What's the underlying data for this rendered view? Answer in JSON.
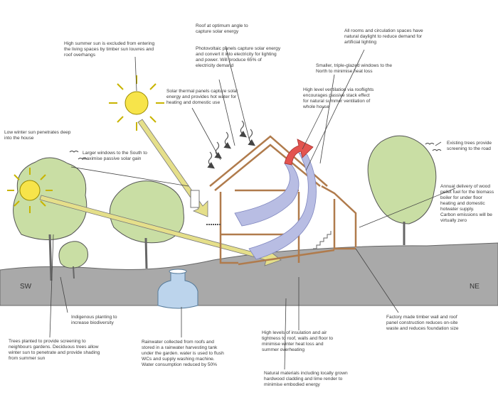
{
  "labels": {
    "sw": "SW",
    "ne": "NE"
  },
  "notes": {
    "high_summer_sun": "High summer sun is excluded from entering\nthe living spaces by timber sun louvres and\nroof overhangs",
    "roof_angle": "Roof at optimum angle to\ncapture solar energy",
    "pv_panels": "Photovoltaic panels capture solar energy\nand convert it into electricity for lighting\nand power. Will produce 65% of\nelectricity demand",
    "daylight": "All rooms and circulation spaces have\nnatural daylight to reduce demand for\nartificial lighting",
    "north_windows": "Smaller, triple-glazed windows to the\nNorth  to minimise heat loss",
    "solar_thermal": "Solar thermal panels capture solar\nenergy and provides hot water for\nheating and domestic use",
    "ventilation": "High level ventilation via rooflights\nencourages passive stack effect\nfor natural summer ventilation of\nwhole house",
    "low_winter_sun": "Low winter sun penetrates deep\ninto the house",
    "south_windows": "Larger windows to the South  to\nmaximise passive solar gain",
    "existing_trees": "Existing trees provide\nscreening to the road",
    "wood_pellet": "Annual delivery of wood\npellet fuel for the biomass\nboiler for under floor\nheating and domestic\nhotwater supply.\nCarbon emissions will be\nvirtually zero",
    "indigenous": "Indigenous planting to\nincrease biodiversity",
    "factory_made": "Factory made timber wall and roof\npanel construction reduces on-site\nwaste and reduces foundation size",
    "insulation": "High levels of insulation and air\ntightness to roof, walls and floor to\nminimise winter heat loss and\nsummer overheating",
    "trees_planted": "Trees planted  to provide screening to\nneighbours gardens. Deciduous trees allow\nwinter sun to penetrate and provide shading\nfrom summer sun",
    "rainwater": "Rainwater collected from roofs and\nstored in a rainwater harvesting tank\nunder the garden. water is used to flush\nWCs and supply washing machine.\nWater consumption reduced by 50%",
    "natural_materials": "Natural materials including locally grown\nhardwood cladding and lime render to\nminimise embodied energy"
  },
  "colors": {
    "ground": "#a9a9a9",
    "tree_fill": "#c9dea4",
    "sun_fill": "#f7e44a",
    "sun_ray": "#c8b400",
    "sun_arrow": "#e5df8a",
    "vent_arrow": "#e35450",
    "air_flow": "#b8bde3",
    "water": "#bcd4ec",
    "house_line": "#b07b4c"
  }
}
